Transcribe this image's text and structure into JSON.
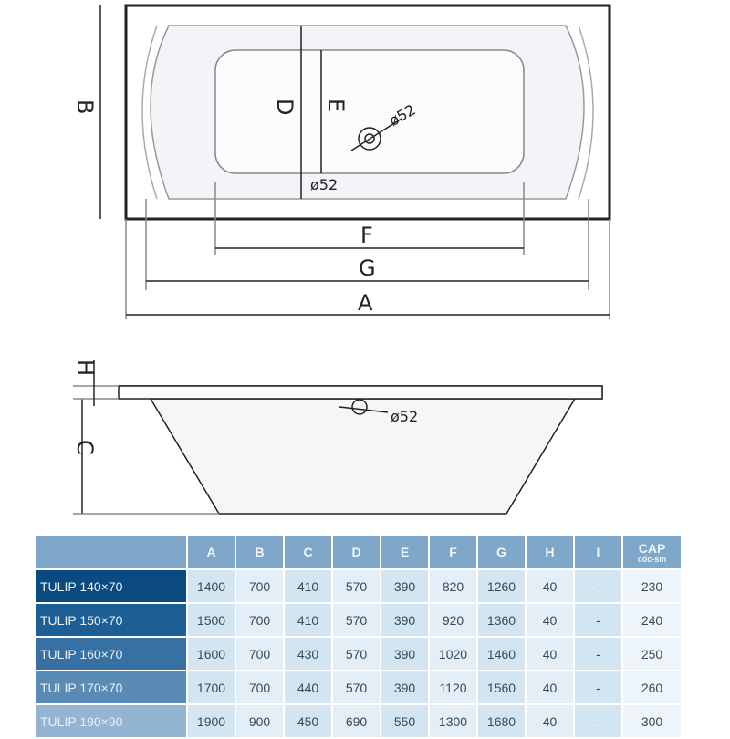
{
  "drawing": {
    "labels": {
      "A": "A",
      "B": "B",
      "C": "C",
      "D": "D",
      "E": "E",
      "F": "F",
      "G": "G",
      "H": "H"
    },
    "drain_top": "ø52",
    "overflow_top": "ø52",
    "drain_side": "ø52"
  },
  "table": {
    "headers": [
      "A",
      "B",
      "C",
      "D",
      "E",
      "F",
      "G",
      "H",
      "I"
    ],
    "cap_header": "CAP",
    "cap_sub": "cốc-sm",
    "rows": [
      {
        "name": "TULIP 140×70",
        "values": [
          "1400",
          "700",
          "410",
          "570",
          "390",
          "820",
          "1260",
          "40",
          "-"
        ],
        "cap": "230",
        "color": "#0a4a80"
      },
      {
        "name": "TULIP 150×70",
        "values": [
          "1500",
          "700",
          "410",
          "570",
          "390",
          "920",
          "1360",
          "40",
          "-"
        ],
        "cap": "240",
        "color": "#1d5f95"
      },
      {
        "name": "TULIP 160×70",
        "values": [
          "1600",
          "700",
          "430",
          "570",
          "390",
          "1020",
          "1460",
          "40",
          "-"
        ],
        "cap": "250",
        "color": "#3771a3"
      },
      {
        "name": "TULIP 170×70",
        "values": [
          "1700",
          "700",
          "440",
          "570",
          "390",
          "1120",
          "1560",
          "40",
          "-"
        ],
        "cap": "260",
        "color": "#5a8bb7"
      },
      {
        "name": "TULIP 190×90",
        "values": [
          "1900",
          "900",
          "450",
          "690",
          "550",
          "1300",
          "1680",
          "40",
          "-"
        ],
        "cap": "300",
        "color": "#93b5d3"
      }
    ]
  }
}
